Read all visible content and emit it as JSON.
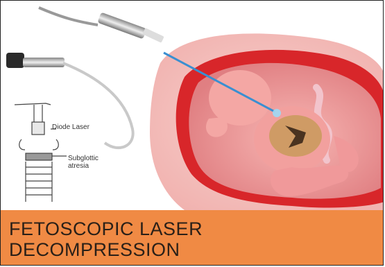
{
  "image": {
    "labels": {
      "diode_laser": "Diode Laser",
      "subglottic_atresia_line1": "Subglottic",
      "subglottic_atresia_line2": "atresia"
    }
  },
  "banner": {
    "line1": "FETOSCOPIC LASER",
    "line2": "DECOMPRESSION",
    "color": "#f08a44",
    "text_color": "#2a2018"
  },
  "colors": {
    "uterus_outer": "#f6c4c1",
    "uterus_wall": "#d92b2e",
    "fetus": "#f4a7a4",
    "laser_fiber": "#3a8fd1"
  }
}
